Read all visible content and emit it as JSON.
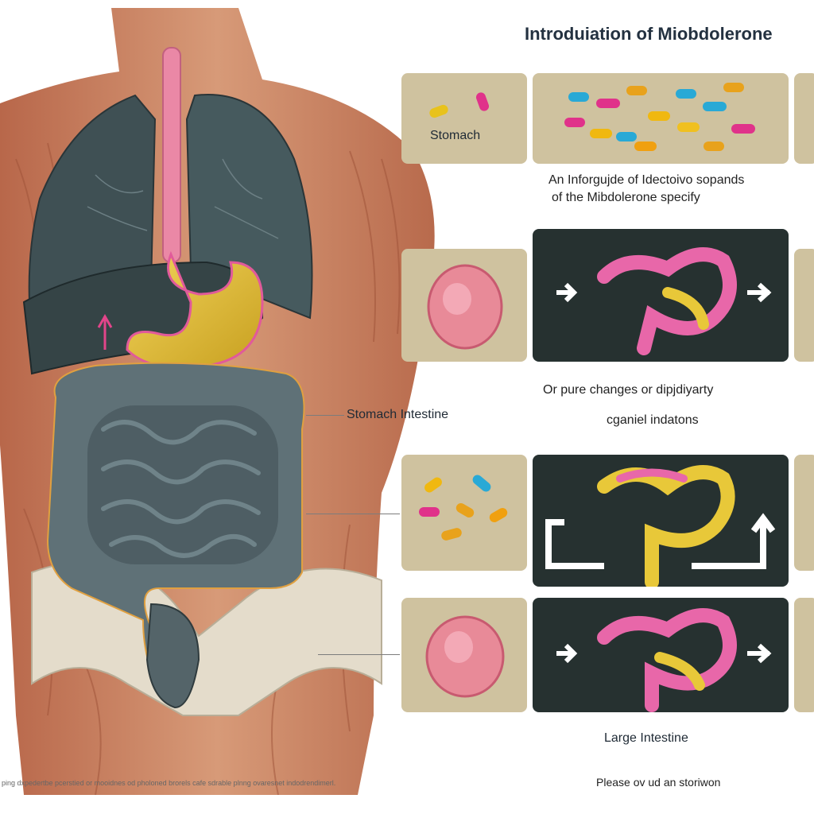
{
  "title": "Introduiation of Miobdolerone",
  "labels": {
    "stomach_panel": "Stomach",
    "stomach_intestine": "Stomach Intestine",
    "large_intestine": "Large Intestine"
  },
  "captions": {
    "row1_line1": "An Inforgujde of Idectoivo sopands",
    "row1_line2": "of the Mibdolerone specify",
    "row2_line1": "Or pure changes or dipjdiyarty",
    "row2_line2": "cganiel indatons"
  },
  "footer": {
    "left_note": "ping dxpedertbe pcerstied or mooidnes od pholoned brorels cafe sdrable plnng ovaresnet indodrendimerl.",
    "right_note": "Please ov ud an storiwon"
  },
  "colors": {
    "panel_tan": "#cfc29f",
    "panel_dark": "#263130",
    "muscle": "#c98260",
    "lung": "#3f5054",
    "stomach": "#e3b72f",
    "intestine": "#56676d",
    "colon_pink": "#e867a9",
    "colon_yellow": "#e8c839"
  },
  "icons": [
    "right-arrow-icon",
    "u-turn-arrow-icon",
    "pill-icon"
  ]
}
